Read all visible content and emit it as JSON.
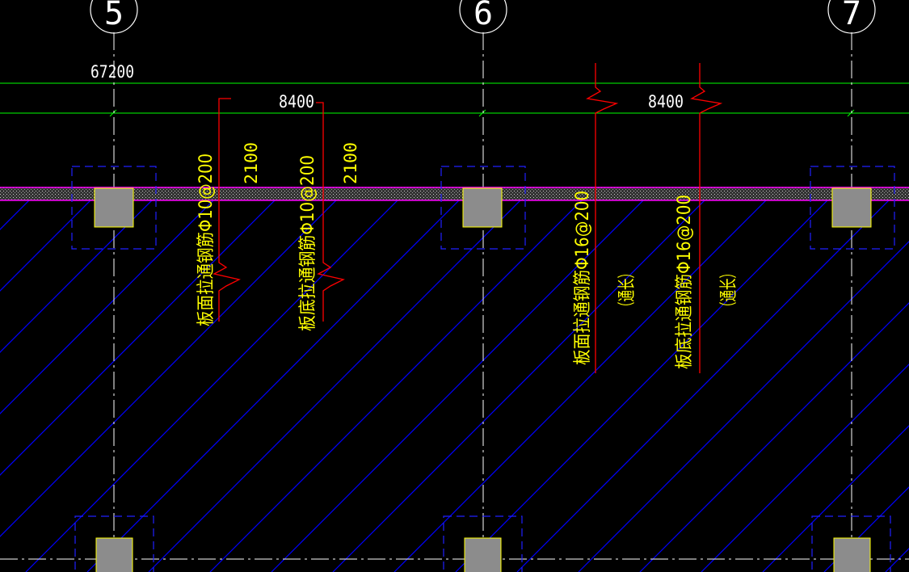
{
  "drawing": {
    "axes": [
      {
        "label": "5"
      },
      {
        "label": "6"
      },
      {
        "label": "7"
      }
    ],
    "total_dimension": "67200",
    "bay_dimensions": [
      {
        "value": "8400",
        "id": "dim-left"
      },
      {
        "value": "8400",
        "id": "dim-right"
      }
    ],
    "side_dimensions": [
      {
        "value": "2100",
        "id": "side-dim-1"
      },
      {
        "value": "2100",
        "id": "side-dim-2"
      }
    ],
    "rebar_notes": [
      {
        "text": "板面拉通钢筋Φ10@200",
        "id": "note-top-10"
      },
      {
        "text": "板底拉通钢筋Φ10@200",
        "id": "note-bottom-10"
      },
      {
        "text": "板面拉通钢筋Φ16@200",
        "id": "note-top-16"
      },
      {
        "text": "板底拉通钢筋Φ16@200",
        "id": "note-bottom-16"
      }
    ],
    "through_length_notes": [
      {
        "text": "（通长）",
        "id": "through-1"
      },
      {
        "text": "（通长）",
        "id": "through-2"
      }
    ],
    "colors": {
      "background": "#000000",
      "axis_line": "#ffffff",
      "dimension_line": "#00ff00",
      "rebar_line": "#ff0000",
      "annotation_text": "#ffff00",
      "hatch_line": "#0000ff",
      "beam_band": "#ff00ff",
      "column_fill": "#8c8c8c",
      "column_outline": "#ffff00",
      "column_dash": "#2020ff"
    }
  }
}
